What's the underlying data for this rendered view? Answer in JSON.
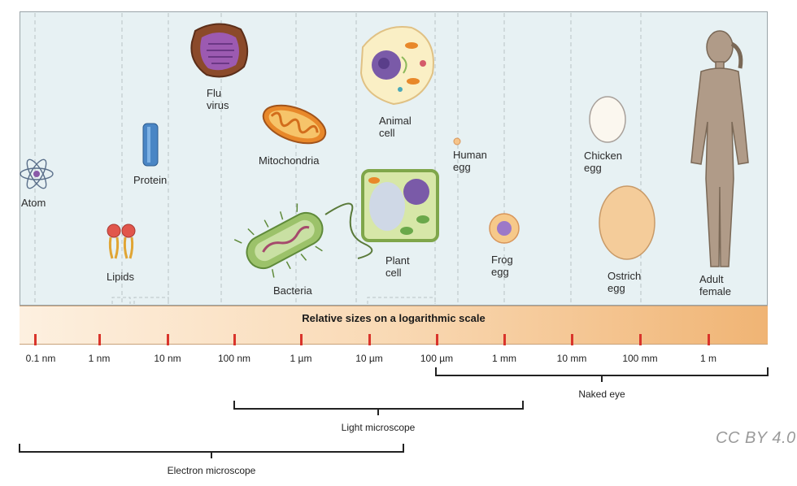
{
  "organisms": {
    "atom": "Atom",
    "lipids": "Lipids",
    "protein": "Protein",
    "flu_virus": "Flu\nvirus",
    "mitochondria": "Mitochondria",
    "bacteria": "Bacteria",
    "animal_cell": "Animal\ncell",
    "plant_cell": "Plant\ncell",
    "human_egg": "Human\negg",
    "frog_egg": "Frog\negg",
    "chicken_egg": "Chicken\negg",
    "ostrich_egg": "Ostrich\negg",
    "adult_female": "Adult\nfemale"
  },
  "scale": {
    "title": "Relative sizes on a logarithmic scale",
    "ticks": [
      "0.1 nm",
      "1 nm",
      "10 nm",
      "100 nm",
      "1 µm",
      "10 µm",
      "100 µm",
      "1 mm",
      "10 mm",
      "100 mm",
      "1 m"
    ]
  },
  "ranges": {
    "naked_eye": "Naked eye",
    "light_microscope": "Light microscope",
    "electron_microscope": "Electron microscope"
  },
  "credit": "CC BY 4.0",
  "colors": {
    "panel_bg": "#e7f1f3",
    "tick_red": "#d9342b",
    "band_start": "#fdf0e0",
    "band_end": "#f0b474"
  }
}
